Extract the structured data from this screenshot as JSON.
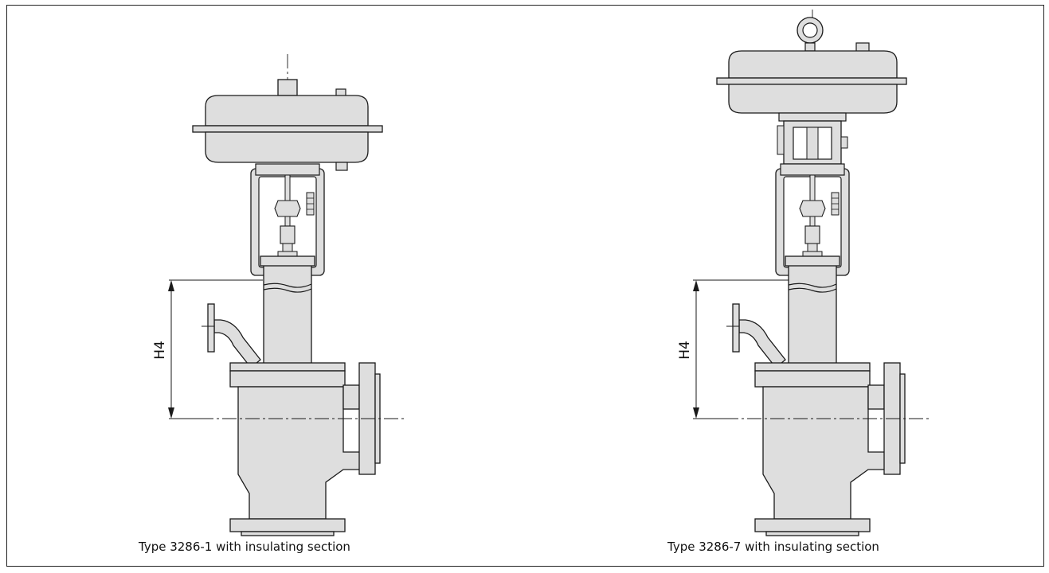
{
  "captions": {
    "left": "Type 3286-1 with insulating section",
    "right": "Type 3286-7 with insulating section"
  },
  "dimension_label": "H4",
  "colors": {
    "fill": "#dedede",
    "stroke": "#1a1a1a",
    "background": "#ffffff"
  }
}
